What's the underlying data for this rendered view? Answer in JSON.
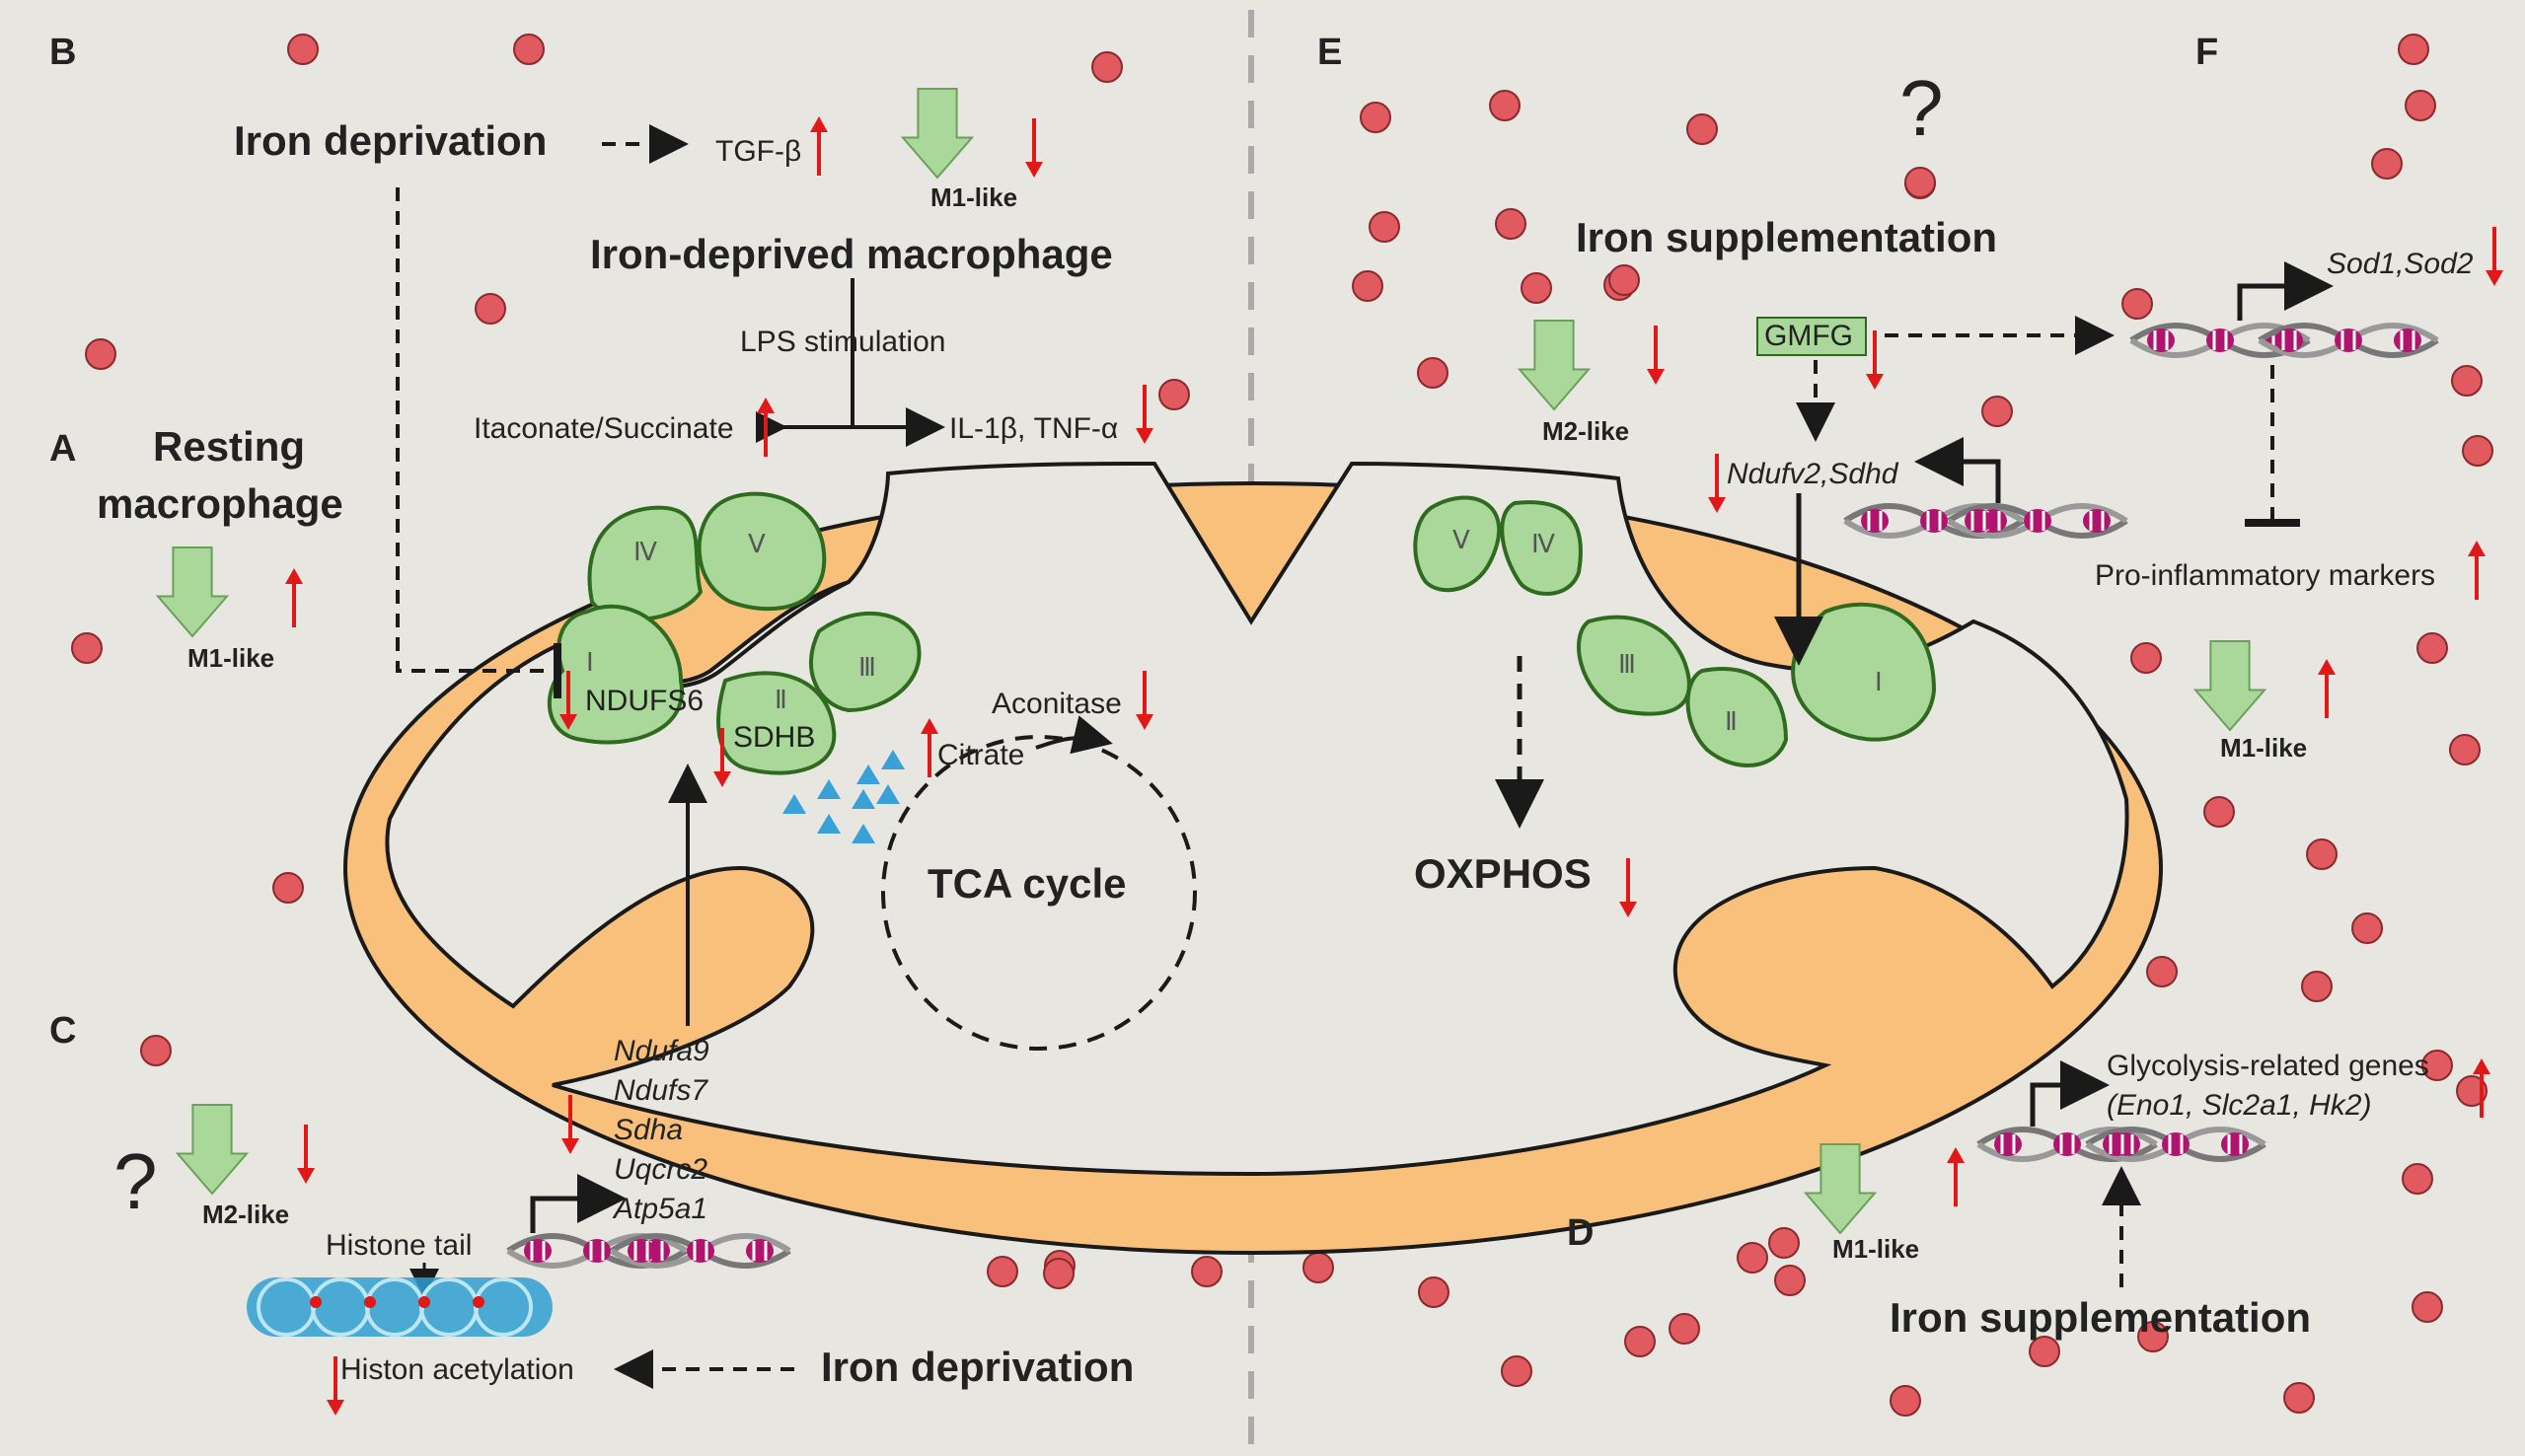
{
  "colors": {
    "background": "#e8e6e0",
    "mito_fill": "#f8c07a",
    "mito_stroke": "#1a1a1a",
    "complex_fill": "#a9d89a",
    "complex_stroke": "#2e6b1e",
    "iron_dot": "#e05a5f",
    "arrow_red": "#e01818",
    "triangle": "#3aa0d8",
    "dna_magenta": "#b0146e",
    "histone_blue": "#2f9fd0",
    "divider": "#aaaaaa"
  },
  "panels": {
    "A": "A",
    "B": "B",
    "C": "C",
    "D": "D",
    "E": "E",
    "F": "F"
  },
  "left": {
    "resting": {
      "line1": "Resting",
      "line2": "macrophage"
    },
    "iron_deprivation_top": "Iron deprivation",
    "tgf": "TGF-β",
    "iron_deprived_macrophage": "Iron-deprived macrophage",
    "lps": "LPS stimulation",
    "itaconate": "Itaconate/Succinate",
    "il1b": "IL-1β, TNF-α",
    "m1_label": "M1-like",
    "m2_label": "M2-like",
    "ndufs6": "NDUFS6",
    "sdhb": "SDHB",
    "aconitase": "Aconitase",
    "citrate": "Citrate",
    "tca": "TCA cycle",
    "genes": [
      "Ndufa9",
      "Ndufs7",
      "Sdha",
      "Uqcrc2",
      "Atp5a1"
    ],
    "histone_tail": "Histone tail",
    "histone_acetylation": "Histon acetylation",
    "iron_deprivation_bottom": "Iron deprivation",
    "question": "?"
  },
  "right": {
    "question": "?",
    "iron_supplementation_top": "Iron supplementation",
    "gmfg": "GMFG",
    "sod": "Sod1,Sod2",
    "ndufv2": "Ndufv2,Sdhd",
    "proinflammatory": "Pro-inflammatory markers",
    "oxphos": "OXPHOS",
    "glycolysis": "Glycolysis-related genes",
    "glycolysis_genes": "(Eno1, Slc2a1, Hk2)",
    "iron_supplementation_bottom": "Iron supplementation",
    "m1_label": "M1-like",
    "m2_label": "M2-like"
  },
  "complexes": {
    "I": "Ⅰ",
    "II": "Ⅱ",
    "III": "Ⅲ",
    "IV": "Ⅳ",
    "V": "Ⅴ"
  }
}
